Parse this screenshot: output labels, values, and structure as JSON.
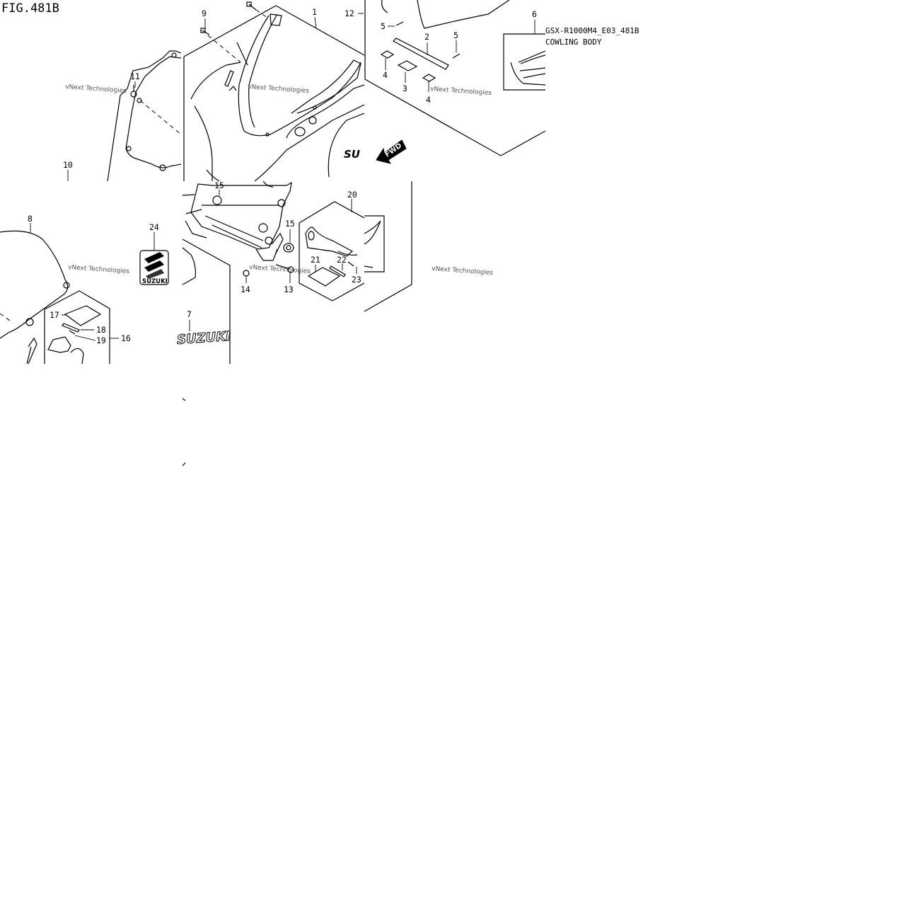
{
  "figure": {
    "title": "FIG.481B",
    "model_code": "GSX-R1000M4_E03_481B",
    "section_name": "COWLING BODY"
  },
  "watermark": "vNext Technologies",
  "decals": {
    "suzuki_badge": "SUZUKI",
    "suzuki_side": "SUZUKI",
    "suzuki_cut": "SU",
    "fwd": "FWD"
  },
  "callouts": [
    {
      "id": "c1",
      "label": "1"
    },
    {
      "id": "c2",
      "label": "2"
    },
    {
      "id": "c3",
      "label": "3"
    },
    {
      "id": "c4a",
      "label": "4"
    },
    {
      "id": "c4b",
      "label": "4"
    },
    {
      "id": "c5a",
      "label": "5"
    },
    {
      "id": "c5b",
      "label": "5"
    },
    {
      "id": "c6",
      "label": "6"
    },
    {
      "id": "c7",
      "label": "7"
    },
    {
      "id": "c8",
      "label": "8"
    },
    {
      "id": "c9",
      "label": "9"
    },
    {
      "id": "c10",
      "label": "10"
    },
    {
      "id": "c11",
      "label": "11"
    },
    {
      "id": "c12",
      "label": "12"
    },
    {
      "id": "c13",
      "label": "13"
    },
    {
      "id": "c14",
      "label": "14"
    },
    {
      "id": "c15a",
      "label": "15"
    },
    {
      "id": "c15b",
      "label": "15"
    },
    {
      "id": "c16",
      "label": "16"
    },
    {
      "id": "c17",
      "label": "17"
    },
    {
      "id": "c18",
      "label": "18"
    },
    {
      "id": "c19",
      "label": "19"
    },
    {
      "id": "c20",
      "label": "20"
    },
    {
      "id": "c21",
      "label": "21"
    },
    {
      "id": "c22",
      "label": "22"
    },
    {
      "id": "c23",
      "label": "23"
    },
    {
      "id": "c24",
      "label": "24"
    }
  ]
}
